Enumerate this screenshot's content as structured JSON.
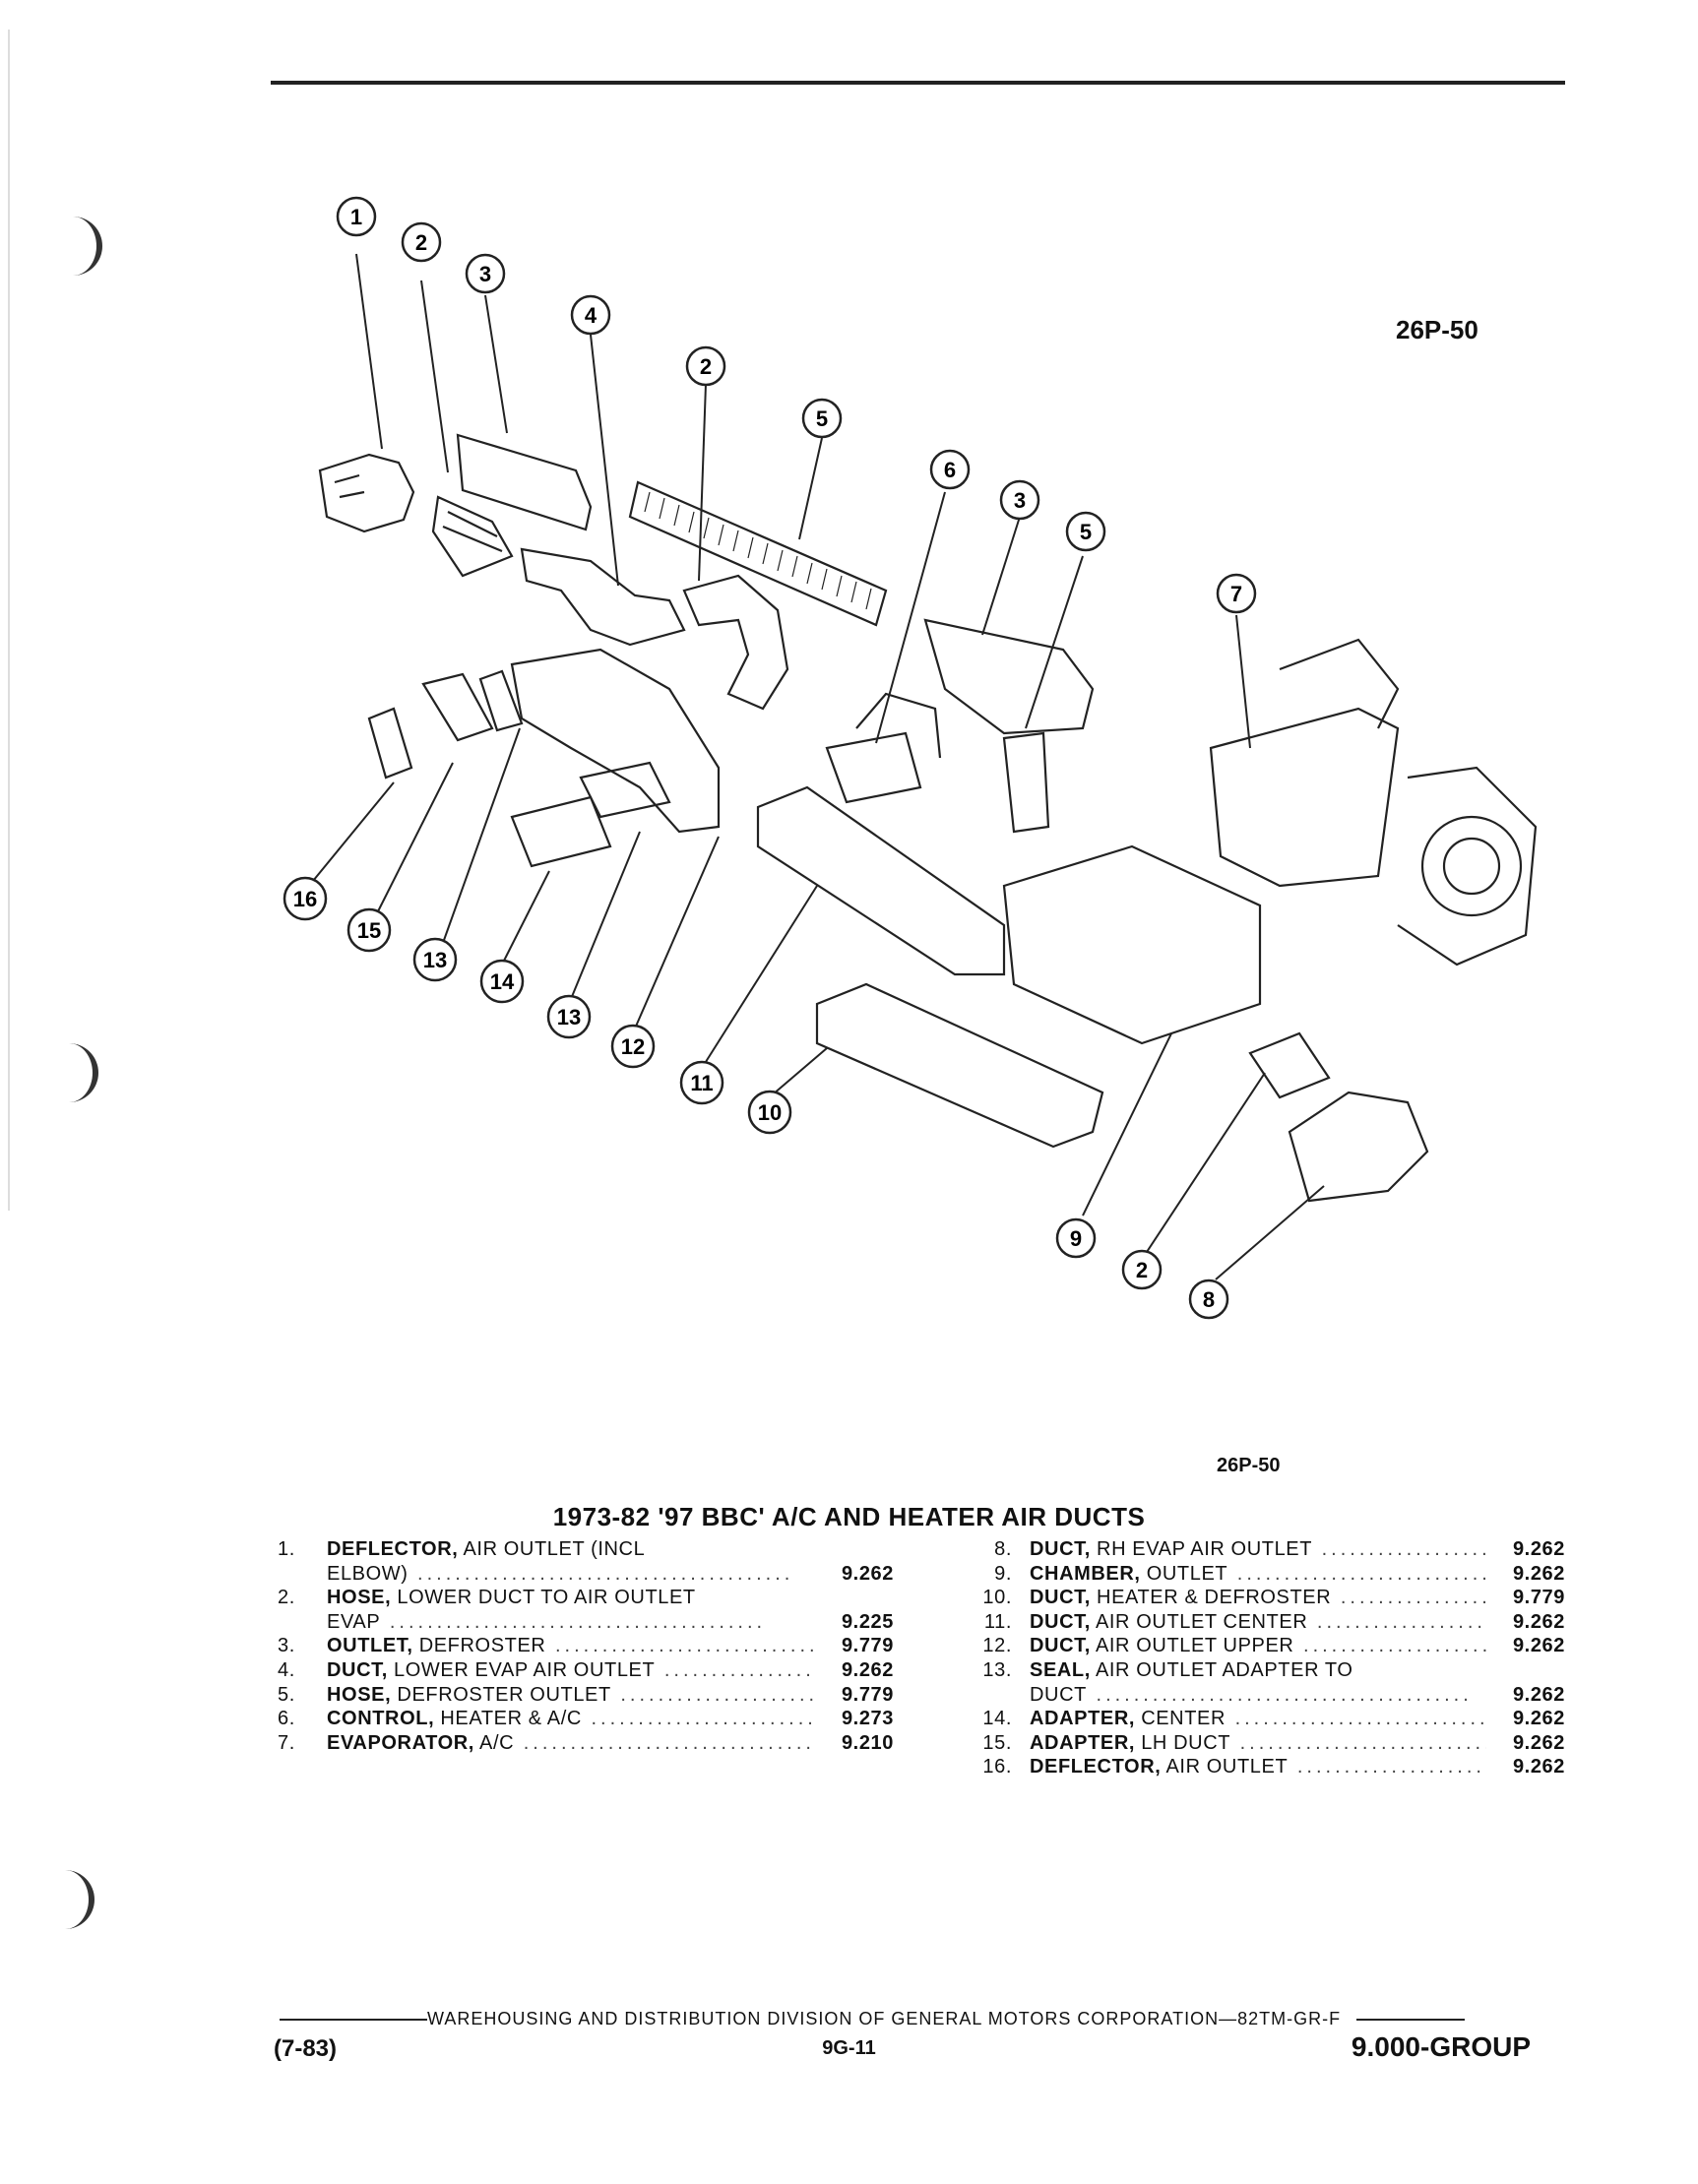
{
  "diagram": {
    "figure_ref_top": "26P-50",
    "figure_ref_bottom": "26P-50",
    "callouts": [
      "1",
      "2",
      "3",
      "4",
      "2",
      "5",
      "6",
      "3",
      "5",
      "7",
      "16",
      "15",
      "13",
      "14",
      "13",
      "12",
      "11",
      "10",
      "9",
      "2",
      "8"
    ]
  },
  "title": "1973-82 '97 BBC' A/C AND HEATER AIR DUCTS",
  "parts_left": [
    {
      "num": "1.",
      "lines": [
        {
          "bold": "DEFLECTOR,",
          "text": " AIR OUTLET (INCL"
        },
        {
          "bold": "",
          "text": "ELBOW)",
          "code": "9.262"
        }
      ]
    },
    {
      "num": "2.",
      "lines": [
        {
          "bold": "HOSE,",
          "text": " LOWER DUCT TO AIR OUTLET"
        },
        {
          "bold": "",
          "text": "EVAP",
          "code": "9.225"
        }
      ]
    },
    {
      "num": "3.",
      "lines": [
        {
          "bold": "OUTLET,",
          "text": " DEFROSTER",
          "code": "9.779"
        }
      ]
    },
    {
      "num": "4.",
      "lines": [
        {
          "bold": "DUCT,",
          "text": " LOWER EVAP AIR OUTLET",
          "code": "9.262"
        }
      ]
    },
    {
      "num": "5.",
      "lines": [
        {
          "bold": "HOSE,",
          "text": " DEFROSTER OUTLET",
          "code": "9.779"
        }
      ]
    },
    {
      "num": "6.",
      "lines": [
        {
          "bold": "CONTROL,",
          "text": " HEATER & A/C",
          "code": "9.273"
        }
      ]
    },
    {
      "num": "7.",
      "lines": [
        {
          "bold": "EVAPORATOR,",
          "text": " A/C",
          "code": "9.210"
        }
      ]
    }
  ],
  "parts_right": [
    {
      "num": "8.",
      "lines": [
        {
          "bold": "DUCT,",
          "text": " RH EVAP AIR OUTLET",
          "code": "9.262"
        }
      ]
    },
    {
      "num": "9.",
      "lines": [
        {
          "bold": "CHAMBER,",
          "text": " OUTLET",
          "code": "9.262"
        }
      ]
    },
    {
      "num": "10.",
      "lines": [
        {
          "bold": "DUCT,",
          "text": " HEATER & DEFROSTER",
          "code": "9.779"
        }
      ]
    },
    {
      "num": "11.",
      "lines": [
        {
          "bold": "DUCT,",
          "text": " AIR OUTLET CENTER",
          "code": "9.262"
        }
      ]
    },
    {
      "num": "12.",
      "lines": [
        {
          "bold": "DUCT,",
          "text": " AIR OUTLET UPPER",
          "code": "9.262"
        }
      ]
    },
    {
      "num": "13.",
      "lines": [
        {
          "bold": "SEAL,",
          "text": " AIR OUTLET ADAPTER TO"
        },
        {
          "bold": "",
          "text": "DUCT",
          "code": "9.262"
        }
      ]
    },
    {
      "num": "14.",
      "lines": [
        {
          "bold": "ADAPTER,",
          "text": " CENTER",
          "code": "9.262"
        }
      ]
    },
    {
      "num": "15.",
      "lines": [
        {
          "bold": "ADAPTER,",
          "text": " LH DUCT",
          "code": "9.262"
        }
      ]
    },
    {
      "num": "16.",
      "lines": [
        {
          "bold": "DEFLECTOR,",
          "text": " AIR OUTLET",
          "code": "9.262"
        }
      ]
    }
  ],
  "footer": {
    "division": "WAREHOUSING AND DISTRIBUTION DIVISION OF GENERAL MOTORS CORPORATION—82TM-GR-F",
    "date": "(7-83)",
    "page": "9G-11",
    "group": "9.000-GROUP"
  }
}
